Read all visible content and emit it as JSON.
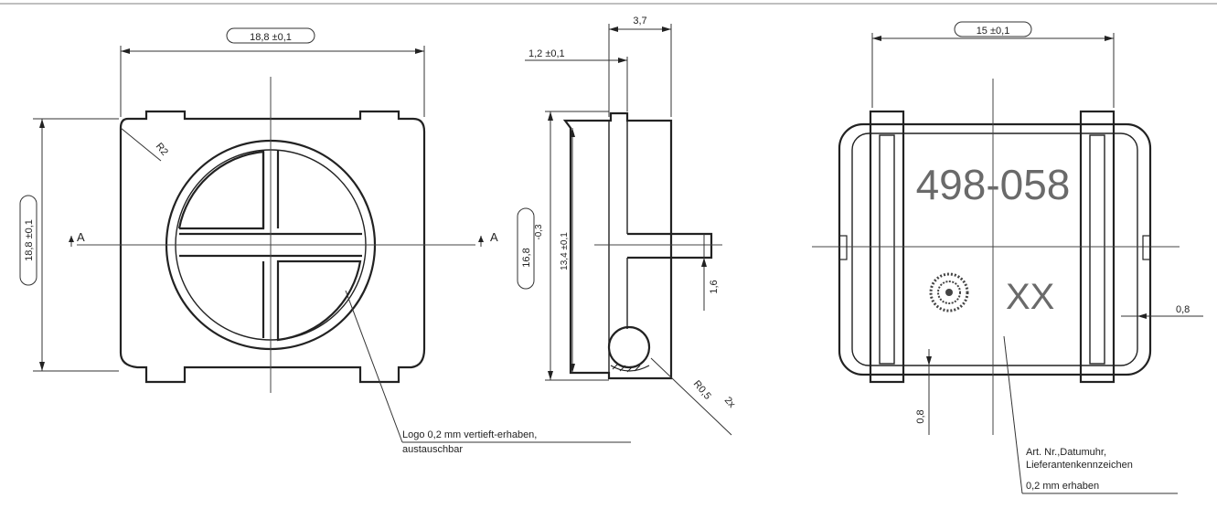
{
  "drawing": {
    "front_view": {
      "dim_width": "18,8 ±0,1",
      "dim_height": "18,8 ±0,1",
      "radius": "R2",
      "section_mark_left": "A",
      "section_mark_right": "A",
      "note_line1": "Logo 0,2 mm vertieft-erhaben,",
      "note_line2": "austauschbar"
    },
    "side_view": {
      "dim_thickness": "3,7",
      "dim_step": "1,2 ±0,1",
      "dim_height_outer": "16,8",
      "dim_height_outer_suffix": "-0,3",
      "dim_height_inner": "13,4 ±0,1",
      "dim_slot": "1,6",
      "dim_radius": "R0,5",
      "dim_radius_suffix": "2x"
    },
    "back_view": {
      "dim_width": "15 ±0,1",
      "part_number": "498-058",
      "code": "XX",
      "dim_side_gap": "0,8",
      "dim_bottom_gap": "0,8",
      "note_line1": "Art. Nr.,Datumuhr,",
      "note_line2": "Lieferantenkennzeichen",
      "note_line3": "0,2 mm erhaben"
    }
  }
}
